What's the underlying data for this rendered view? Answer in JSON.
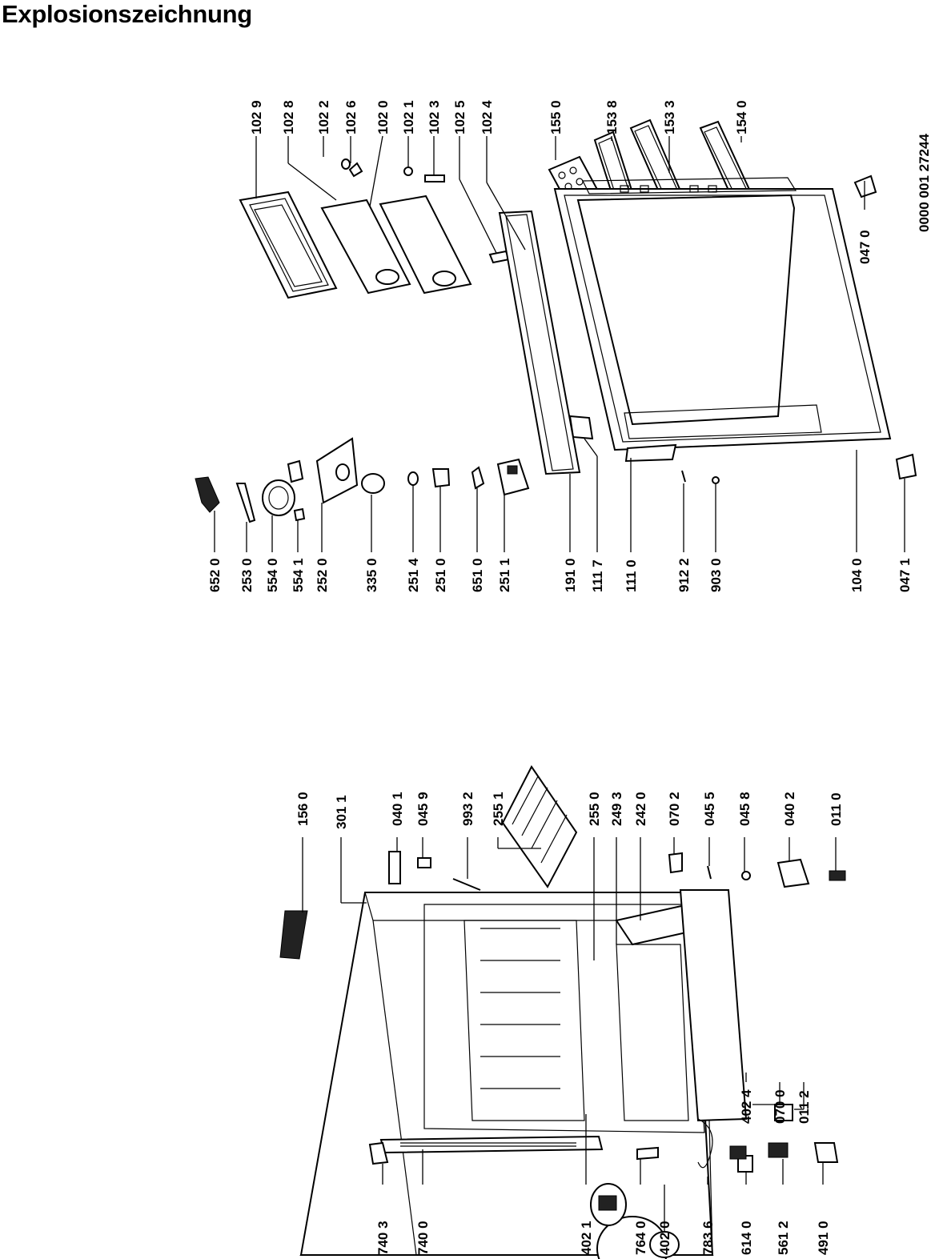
{
  "title": "Explosionszeichnung",
  "document_id": "0000 001 27244",
  "labels": {
    "p1029": "102 9",
    "p1028": "102 8",
    "p1022": "102 2",
    "p1026": "102 6",
    "p1020": "102 0",
    "p1021": "102 1",
    "p1023": "102 3",
    "p1025": "102 5",
    "p1024": "102 4",
    "p1550": "155 0",
    "p1538": "153 8",
    "p1533": "153 3",
    "p1540": "154 0",
    "p0470": "047 0",
    "p0471": "047 1",
    "p1040": "104 0",
    "p6520": "652 0",
    "p2530": "253 0",
    "p5540": "554 0",
    "p5541": "554 1",
    "p2520": "252 0",
    "p3350": "335 0",
    "p2514": "251 4",
    "p2510": "251 0",
    "p6510": "651 0",
    "p2511": "251 1",
    "p1910": "191 0",
    "p1117": "111 7",
    "p1110": "111 0",
    "p9122": "912 2",
    "p9030": "903 0",
    "p1560": "156 0",
    "p3011": "301  1",
    "p0401": "040 1",
    "p0459": "045 9",
    "p9932": "993 2",
    "p2551": "255 1",
    "p2550": "255 0",
    "p2493": "249 3",
    "p2420": "242 0",
    "p0702": "070 2",
    "p0455": "045 5",
    "p0458": "045 8",
    "p0402": "040 2",
    "p0110": "011 0",
    "p4024": "402 4",
    "p0700": "070 0",
    "p0112": "011 2",
    "p7403": "740 3",
    "p7400": "740 0",
    "p4021": "402 1",
    "p7640": "764 0",
    "p4020": "402 0",
    "p7836": "783 6",
    "p6140": "614 0",
    "p5612": "561 2",
    "p4910": "491 0"
  }
}
